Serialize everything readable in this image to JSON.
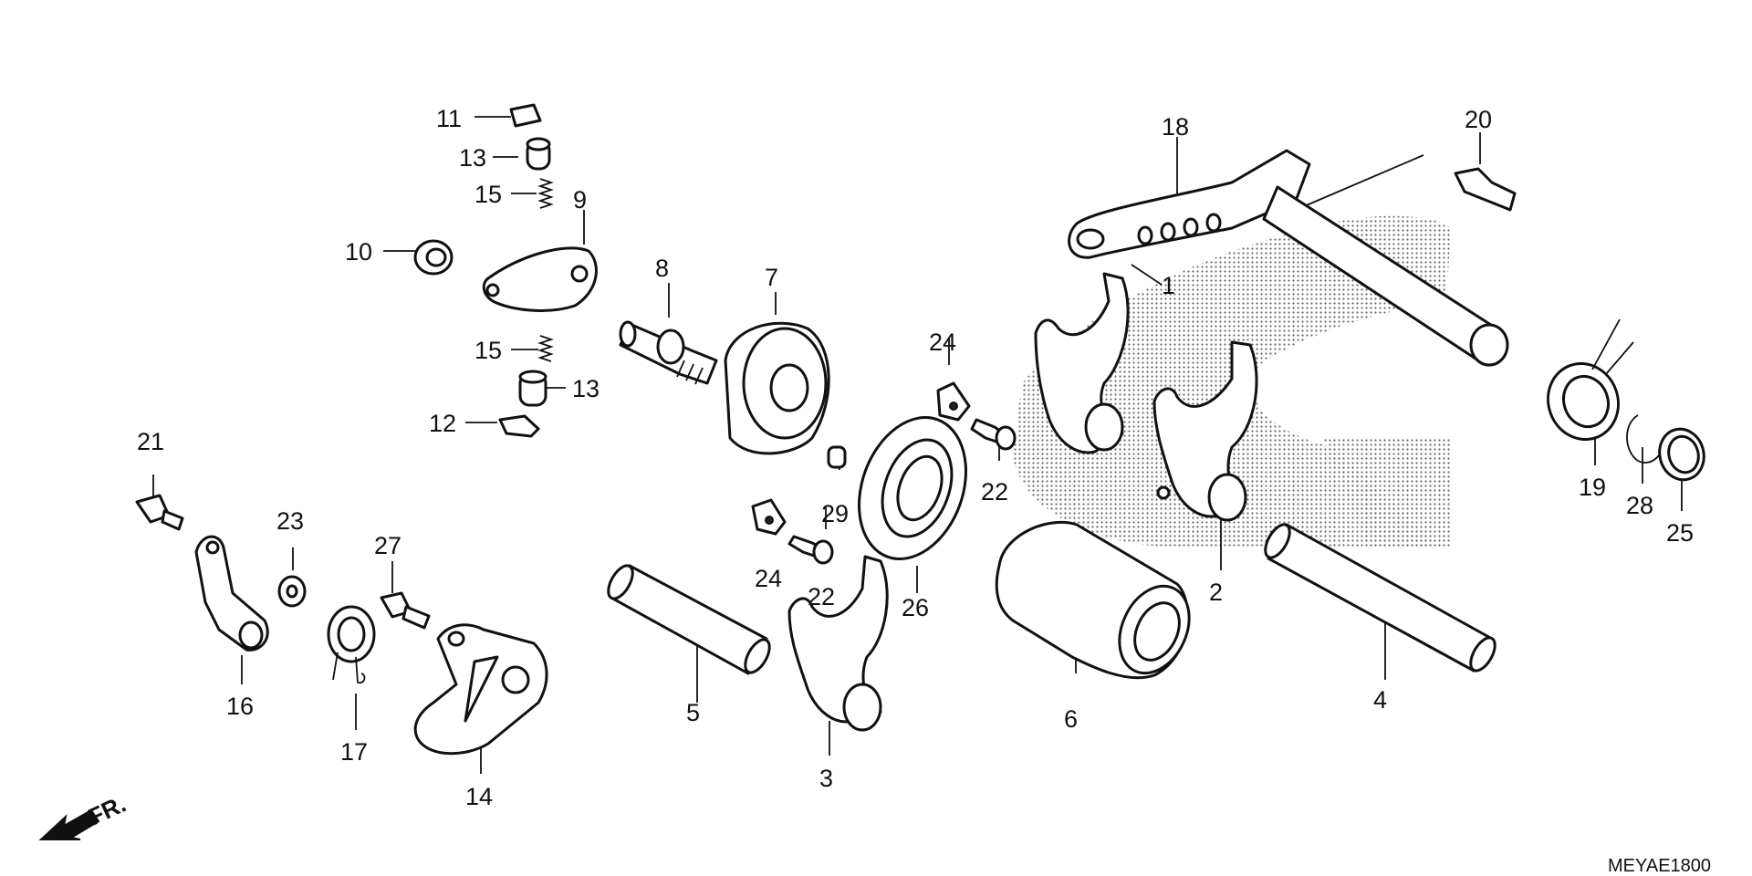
{
  "diagram": {
    "drawing_code": "MEYAE1800",
    "front_indicator": "FR.",
    "callouts": [
      {
        "id": "c1",
        "text": "1"
      },
      {
        "id": "c2",
        "text": "2"
      },
      {
        "id": "c3",
        "text": "3"
      },
      {
        "id": "c4",
        "text": "4"
      },
      {
        "id": "c5",
        "text": "5"
      },
      {
        "id": "c6",
        "text": "6"
      },
      {
        "id": "c7",
        "text": "7"
      },
      {
        "id": "c8",
        "text": "8"
      },
      {
        "id": "c9",
        "text": "9"
      },
      {
        "id": "c10",
        "text": "10"
      },
      {
        "id": "c11",
        "text": "11"
      },
      {
        "id": "c12",
        "text": "12"
      },
      {
        "id": "c13a",
        "text": "13"
      },
      {
        "id": "c13b",
        "text": "13"
      },
      {
        "id": "c14",
        "text": "14"
      },
      {
        "id": "c15a",
        "text": "15"
      },
      {
        "id": "c15b",
        "text": "15"
      },
      {
        "id": "c16",
        "text": "16"
      },
      {
        "id": "c17",
        "text": "17"
      },
      {
        "id": "c18",
        "text": "18"
      },
      {
        "id": "c19",
        "text": "19"
      },
      {
        "id": "c20",
        "text": "20"
      },
      {
        "id": "c21",
        "text": "21"
      },
      {
        "id": "c22a",
        "text": "22"
      },
      {
        "id": "c22b",
        "text": "22"
      },
      {
        "id": "c23",
        "text": "23"
      },
      {
        "id": "c24a",
        "text": "24"
      },
      {
        "id": "c24b",
        "text": "24"
      },
      {
        "id": "c25",
        "text": "25"
      },
      {
        "id": "c26",
        "text": "26"
      },
      {
        "id": "c27",
        "text": "27"
      },
      {
        "id": "c28",
        "text": "28"
      },
      {
        "id": "c29",
        "text": "29"
      }
    ]
  }
}
